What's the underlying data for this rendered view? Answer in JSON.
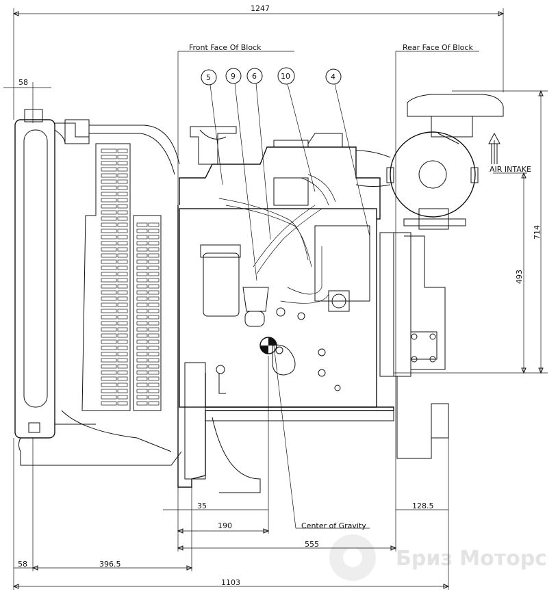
{
  "dimensions": {
    "overall_top": "1247",
    "left_offset_top": "58",
    "left_offset_bottom": "58",
    "rad_to_front": "396.5",
    "overall_bottom": "1103",
    "cog_from_front": "190",
    "cog_offset": "35",
    "block_length": "555",
    "rear_offset": "128.5",
    "height_intake": "714",
    "height_cog": "493"
  },
  "labels": {
    "front_face": "Front Face Of Block",
    "rear_face": "Rear Face Of Block",
    "air_intake": "AIR INTAKE",
    "center_of_gravity": "Center of Gravity"
  },
  "callouts": [
    "5",
    "9",
    "6",
    "10",
    "4"
  ],
  "watermark": "Бриз Моторс"
}
